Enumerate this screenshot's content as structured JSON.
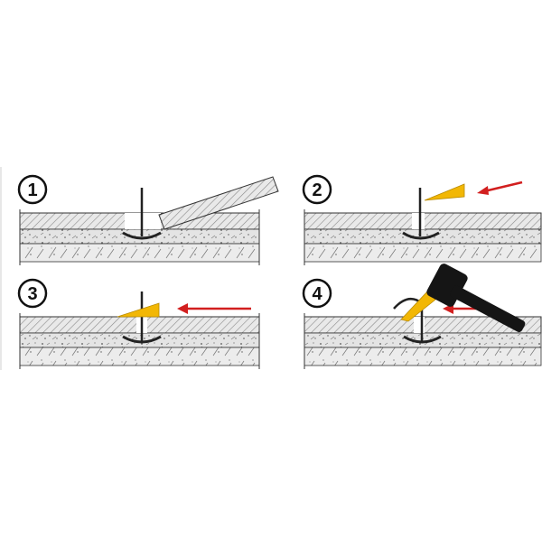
{
  "colors": {
    "background": "#ffffff",
    "outline": "#333333",
    "hatch_fill": "#e9e9e9",
    "screed_fill": "#e2e2e2",
    "wedge": "#f2b705",
    "arrow": "#d21f1f",
    "hammer": "#151515",
    "clip": "#222222"
  },
  "steps": [
    {
      "number": "1",
      "items": [
        "tile-bed",
        "clip",
        "tile-tilted"
      ]
    },
    {
      "number": "2",
      "items": [
        "tile-bed",
        "clip",
        "wedge",
        "arrow"
      ]
    },
    {
      "number": "3",
      "items": [
        "tile-bed",
        "clip",
        "wedge",
        "arrow"
      ]
    },
    {
      "number": "4",
      "items": [
        "tile-bed",
        "clip-breaking",
        "wedge",
        "arrow",
        "hammer"
      ]
    }
  ]
}
